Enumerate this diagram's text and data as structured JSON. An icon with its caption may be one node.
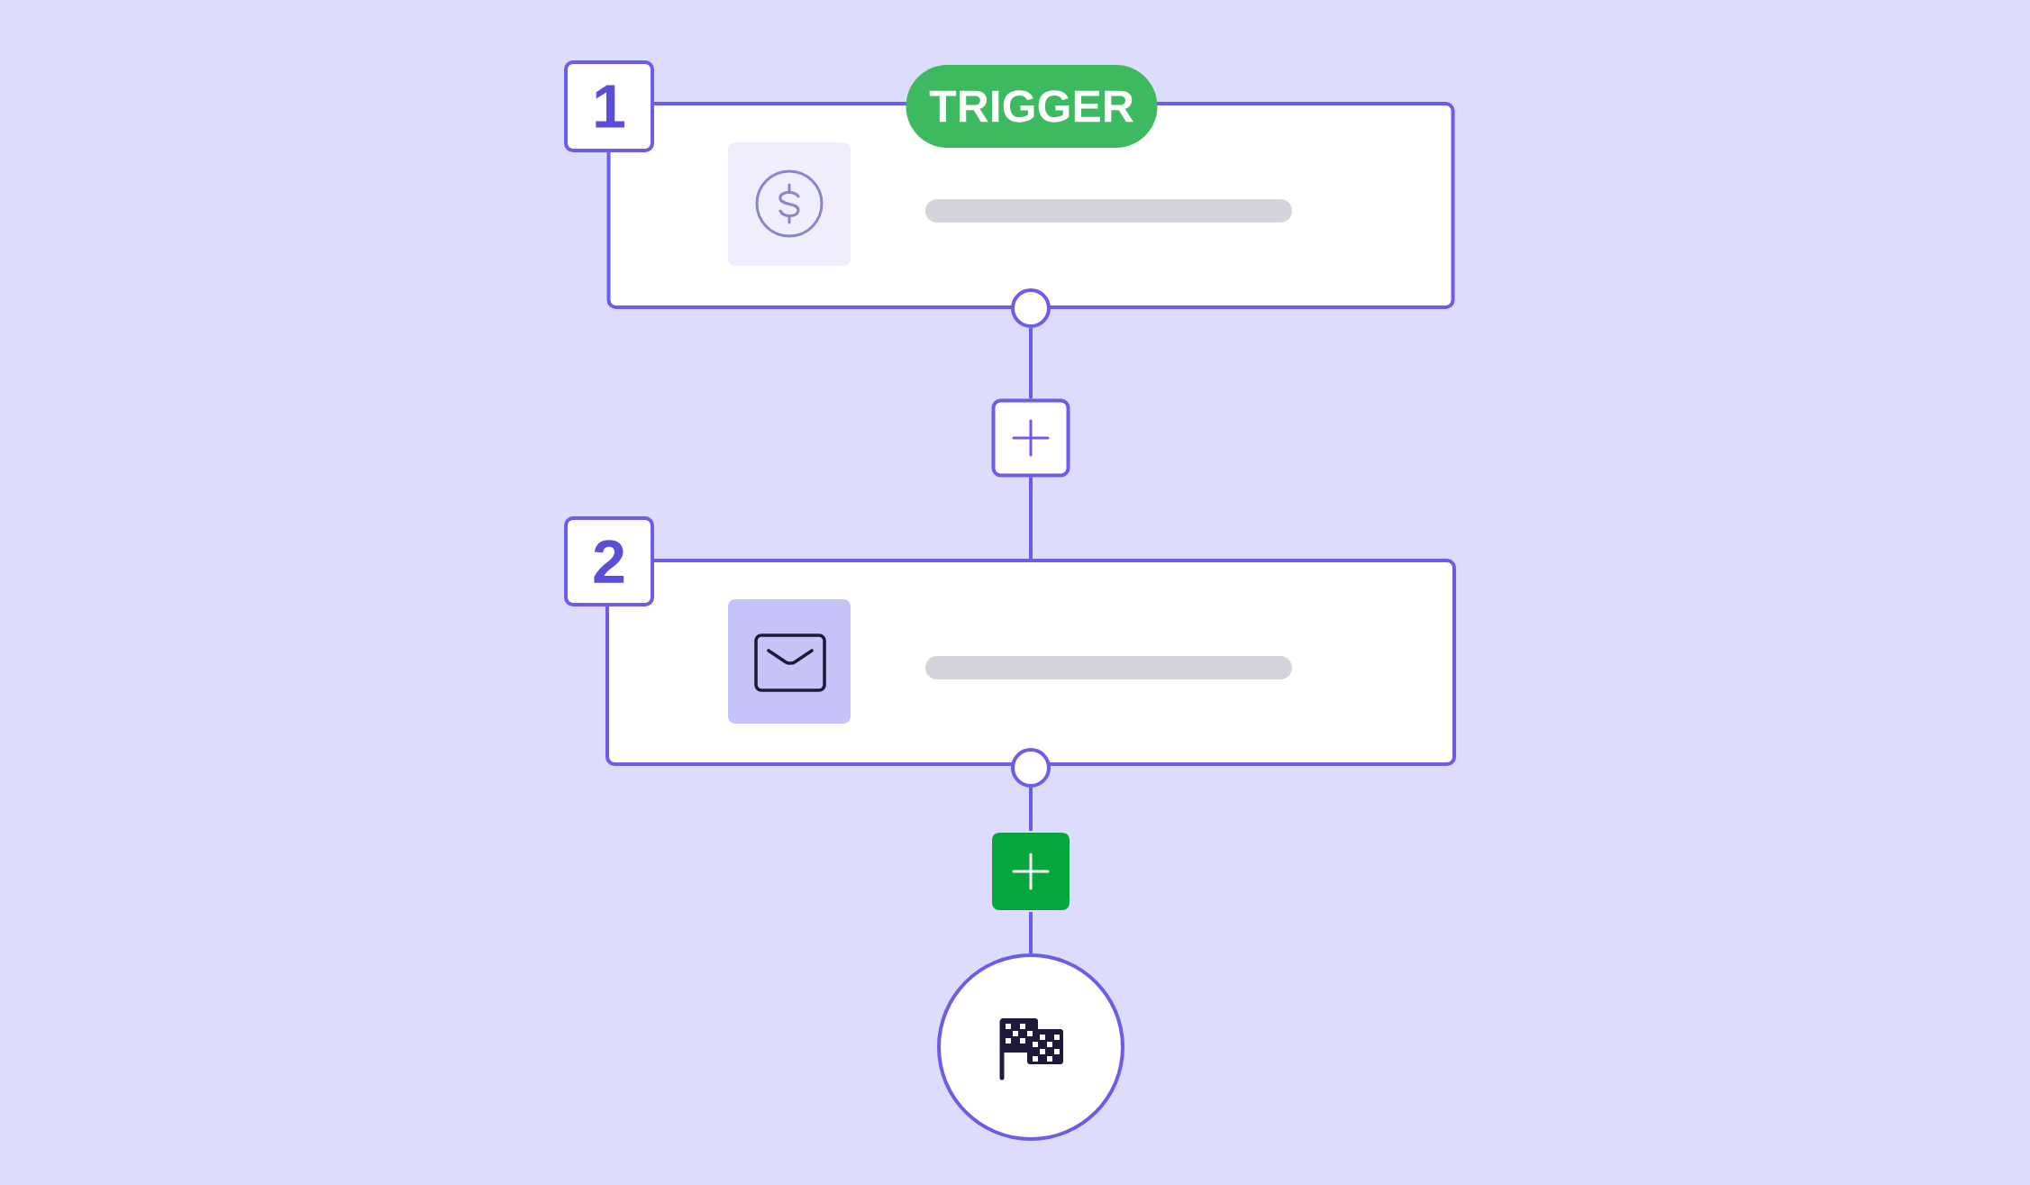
{
  "diagram": {
    "nodes": [
      {
        "text": [
          "1"
        ]
      },
      {
        "text": [],
        "shape": "box"
      },
      {
        "text": [
          "TRIGGER"
        ]
      },
      {
        "text": [],
        "shape": "circle"
      },
      {
        "text": [],
        "shape": "box"
      },
      {
        "text": [
          "2"
        ]
      },
      {
        "text": [],
        "shape": "box"
      },
      {
        "text": [],
        "shape": "circle"
      },
      {
        "text": [],
        "shape": "box"
      },
      {
        "text": [],
        "shape": "circle"
      }
    ],
    "edges": [
      {
        "from": 3,
        "to": 4,
        "arrow": "none"
      },
      {
        "from": 4,
        "to": 6,
        "arrow": "none"
      },
      {
        "from": 7,
        "to": 8,
        "arrow": "none"
      },
      {
        "from": 8,
        "to": 9,
        "arrow": "none"
      }
    ]
  }
}
